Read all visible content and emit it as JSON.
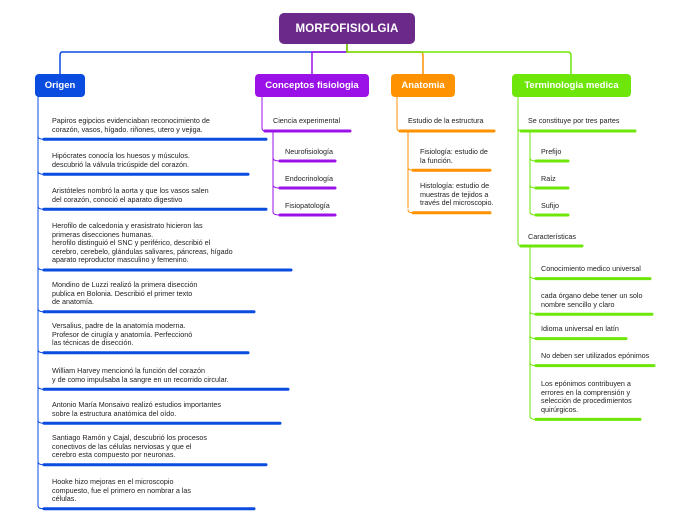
{
  "root": {
    "label": "MORFOFISIOLGIA"
  },
  "colors": {
    "root": "#6b2a8a",
    "origen": "#0a4be0",
    "conceptos": "#9b12e8",
    "anatomia": "#ff9200",
    "terminologia": "#6fe60a"
  },
  "categories": {
    "origen": {
      "label": "Origen",
      "items": [
        "Papiros egipcios evidenciaban reconocimiento de\ncorazón, vasos, hígado. riñones, utero y vejiga.",
        "Hipócrates conocía los huesos y músculos.\ndescubrió la válvula tricúspide del corazón.",
        "Aristóteles nombró la aorta y que los vasos salen\ndel corazón, conoció el aparato digestivo",
        "Herofilo de calcedonia y erasistrato hicieron las\nprimeras disecciones humanas.\nherofilo distinguió el SNC y periférico, describió el\ncerebro, cerebelo, glándulas salivares, páncreas, hígado\naparato reproductor masculino y femenino.",
        "Mondino de Luzzi realizó la primera disección\npublica en Bolonia. Describió el primer texto\nde anatomía.",
        "Versalius, padre de la anatomía moderna.\nProfesor de cirugía y anatomía. Perfeccionó\nlas técnicas de disección.",
        "William Harvey mencionó la función del corazón\ny de como impulsaba la sangre en un recorrido circular.",
        "Antonio María Monsaivo realizó estudios importantes\nsobre la estructura anatómica del oído.",
        "Santiago Ramón y Cajal, descubrió los procesos\nconectivos de las células nerviosas y que el\ncerebro esta compuesto por neuronas.",
        "Hooke hizo mejoras en el microscopio\ncompuesto, fue el primero en nombrar a las\ncélulas."
      ]
    },
    "conceptos": {
      "label": "Conceptos fisiologia",
      "sub": "Ciencia experimental",
      "items": [
        "Neurofisiología",
        "Endocrinología",
        "Fisiopatología"
      ]
    },
    "anatomia": {
      "label": "Anatomia",
      "sub": "Estudio de la estructura",
      "items": [
        "Fisiología: estudio de\nla función.",
        "Histología: estudio de\nmuestras de tejidos a\ntravés del microscopio."
      ]
    },
    "terminologia": {
      "label": "Terminologia medica",
      "sub1": "Se constituye por tres partes",
      "items1": [
        "Prefijo",
        "Raíz",
        "Sufijo"
      ],
      "sub2": "Características",
      "items2": [
        "Conocimiento medico universal",
        "cada órgano debe tener un solo\nnombre sencillo y claro",
        "Idioma universal en latín",
        "No deben ser utilizados epónimos",
        "Los epónimos contribuyen a\nerrores en la comprensión y\nselección de procedimientos\nquirúrgicos."
      ]
    }
  }
}
